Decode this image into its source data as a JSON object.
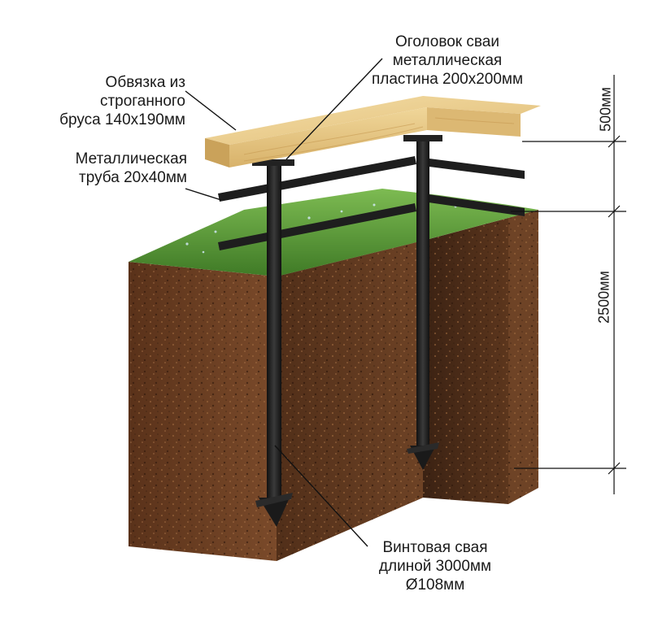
{
  "labels": {
    "beam": [
      "Обвязка из",
      "строганного",
      "бруса 140х190мм"
    ],
    "pipe": [
      "Металлическая",
      "труба 20х40мм"
    ],
    "cap": [
      "Оголовок сваи",
      "металлическая",
      "пластина 200х200мм"
    ],
    "pile": [
      "Винтовая свая",
      "длиной 3000мм",
      "Ø108мм"
    ]
  },
  "dimensions": {
    "top": "500мм",
    "main": "2500мм"
  },
  "colors": {
    "wood": "#e3c27e",
    "soil": "#6b3f22",
    "soil_dark": "#3e2414",
    "grass": "#5e9a3a",
    "metal": "#1f1f1f"
  }
}
